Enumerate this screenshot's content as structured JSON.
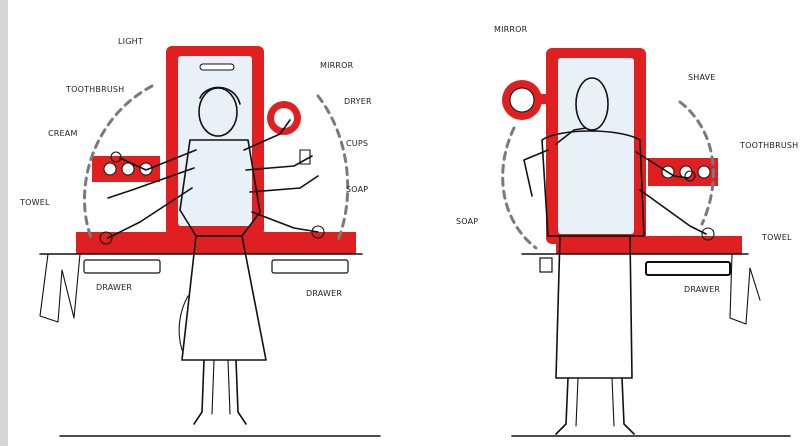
{
  "colors": {
    "accent": "#e02020",
    "ink": "#111111",
    "dashed_arc": "#7a7a7a",
    "mirror_glass": "#e8f1f7",
    "frame_gray": "#d6d6d6"
  },
  "left_scene": {
    "labels": {
      "light": "LIGHT",
      "toothbrush": "TOOTHBRUSH",
      "mirror": "MIRROR",
      "dryer": "DRYER",
      "cream": "CREAM",
      "cups": "CUPS",
      "towel": "TOWEL",
      "soap": "SOAP",
      "drawer_left": "DRAWER",
      "drawer_right": "DRAWER"
    }
  },
  "right_scene": {
    "labels": {
      "mirror": "MIRROR",
      "shave": "SHAVE",
      "toothbrush": "TOOTHBRUSH",
      "soap": "SOAP",
      "towel": "TOWEL",
      "drawer": "DRAWER"
    }
  }
}
